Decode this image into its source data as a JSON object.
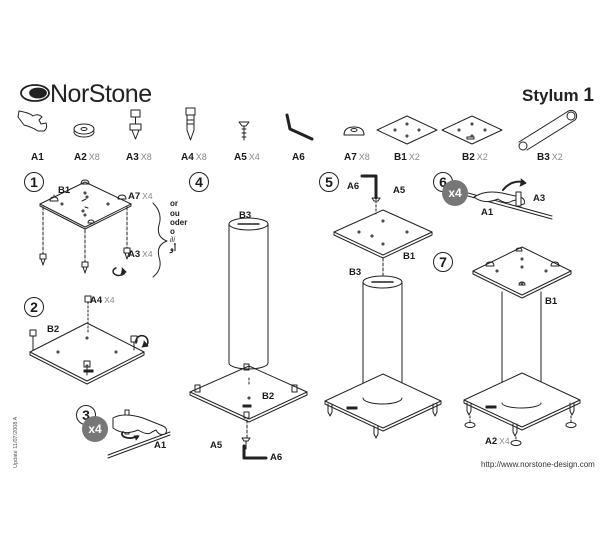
{
  "header": {
    "brand": "NorStone",
    "product": "Stylum",
    "product_number": "1"
  },
  "parts": [
    {
      "label": "A1",
      "qty": ""
    },
    {
      "label": "A2",
      "qty": "X8"
    },
    {
      "label": "A3",
      "qty": "X8"
    },
    {
      "label": "A4",
      "qty": "X8"
    },
    {
      "label": "A5",
      "qty": "X4"
    },
    {
      "label": "A6",
      "qty": ""
    },
    {
      "label": "A7",
      "qty": "X8"
    },
    {
      "label": "B1",
      "qty": "X2"
    },
    {
      "label": "B2",
      "qty": "X2"
    },
    {
      "label": "B3",
      "qty": "X2"
    }
  ],
  "steps": [
    "1",
    "2",
    "3",
    "4",
    "5",
    "6",
    "7"
  ],
  "step1": {
    "b1": "B1",
    "a7": "A7",
    "a7_qty": "X4",
    "a3": "A3",
    "a3_qty": "X4",
    "alternatives": [
      "or",
      "ou",
      "oder",
      "o",
      "ilí",
      "أو"
    ]
  },
  "step2": {
    "b2": "B2",
    "a4": "A4",
    "a4_qty": "X4"
  },
  "step3": {
    "badge": "x4",
    "a1": "A1"
  },
  "step4": {
    "b3": "B3",
    "b2": "B2",
    "a5": "A5",
    "a6": "A6"
  },
  "step5": {
    "a6": "A6",
    "a5": "A5",
    "b1": "B1",
    "b3": "B3"
  },
  "step6": {
    "badge": "x4",
    "a1": "A1",
    "a3": "A3"
  },
  "step7": {
    "b1": "B1",
    "a2": "A2",
    "a2_qty": "X4"
  },
  "footer": {
    "url": "http://www.norstone-design.com",
    "revision": "Update 11/07/2008 A"
  }
}
